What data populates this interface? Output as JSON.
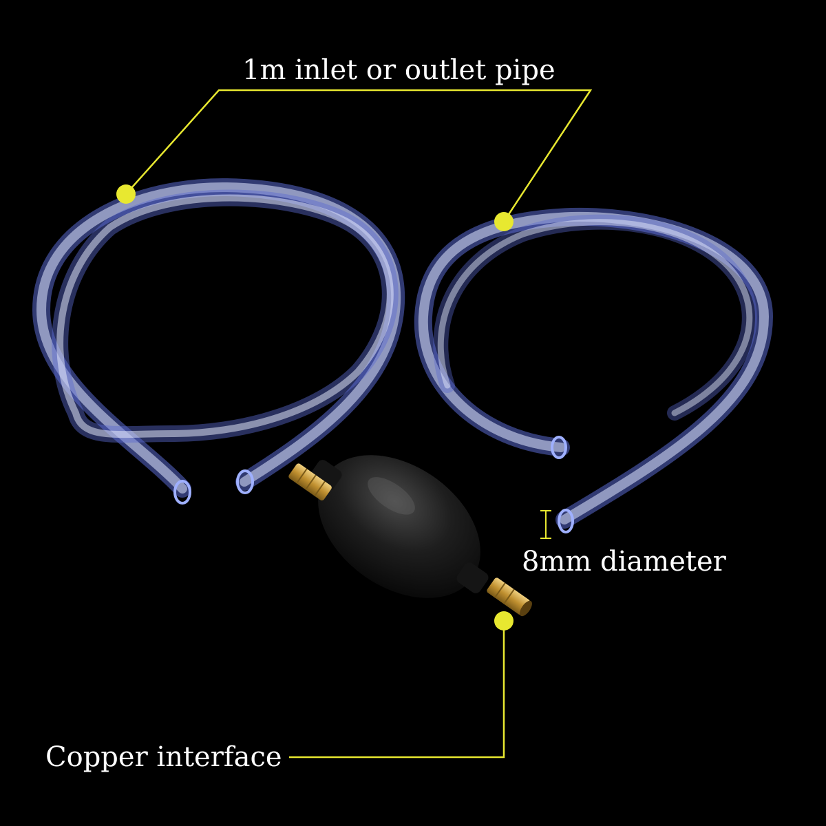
{
  "annotations": {
    "pipe_label": "1m inlet or outlet pipe",
    "diameter_label": "8mm diameter",
    "copper_label": "Copper interface"
  },
  "colors": {
    "background": "#000000",
    "callout": "#e8e830",
    "tube": "#c8d4ff",
    "tube_edge": "#6f7fe0",
    "bulb": "#1a1a1a",
    "brass": "#c8a040",
    "label_text": "#ffffff"
  }
}
